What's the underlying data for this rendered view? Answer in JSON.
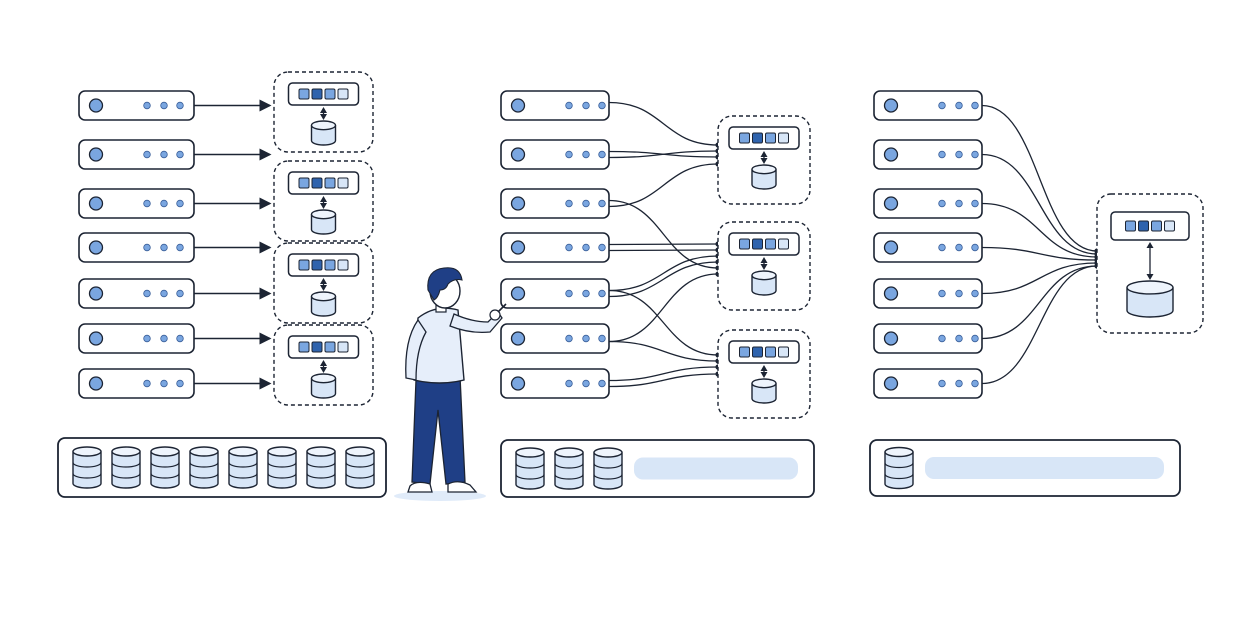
{
  "colors": {
    "outline": "#1c2433",
    "accent_dark": "#2f63ad",
    "accent_mid": "#7aa6e0",
    "accent_light": "#d8e6f7",
    "fill_pale": "#eef4fc",
    "person_pants": "#1f3f86",
    "person_shirt": "#e6eefa",
    "person_hair": "#1f3f86"
  },
  "panels": [
    {
      "name": "one-cache-per-pair",
      "servers": 7,
      "cache_groups": 4,
      "storage_disks": 8,
      "storage_bar": false
    },
    {
      "name": "shared-cache-groups",
      "servers": 7,
      "cache_groups": 3,
      "storage_disks": 3,
      "storage_bar": true
    },
    {
      "name": "single-shared-cache",
      "servers": 7,
      "cache_groups": 1,
      "storage_disks": 1,
      "storage_bar": true
    }
  ],
  "icons": {
    "server": "server-icon",
    "queue": "queue-icon",
    "database": "database-icon",
    "person": "person-pointing-icon"
  }
}
